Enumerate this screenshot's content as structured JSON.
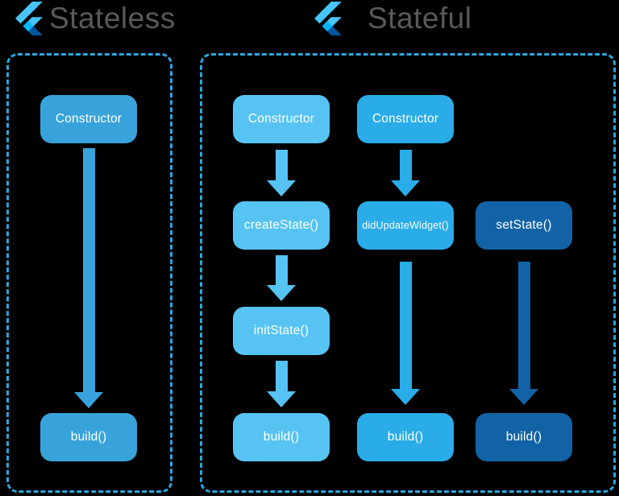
{
  "colors": {
    "background": "#000000",
    "title_text": "#58595B",
    "panel_border": "#2AA7E0",
    "stateless_blue": "#38A3DB",
    "light_blue": "#56C3F3",
    "mid_blue": "#2AACE8",
    "dark_blue": "#1263A5",
    "node_text": "#FFFFFF",
    "flutter_light": "#47C5FB",
    "flutter_cyan": "#00B5F8",
    "flutter_navy": "#00569E"
  },
  "headers": {
    "stateless": {
      "title": "Stateless"
    },
    "stateful": {
      "title": "Stateful"
    }
  },
  "stateless_flow": {
    "constructor": "Constructor",
    "build": "build()"
  },
  "stateful_flow": {
    "column_initial": {
      "constructor": "Constructor",
      "create_state": "createState()",
      "init_state": "initState()",
      "build": "build()"
    },
    "column_update": {
      "constructor": "Constructor",
      "did_update_widget": "didUpdateWidget()",
      "build": "build()"
    },
    "column_set_state": {
      "set_state": "setState()",
      "build": "build()"
    }
  }
}
